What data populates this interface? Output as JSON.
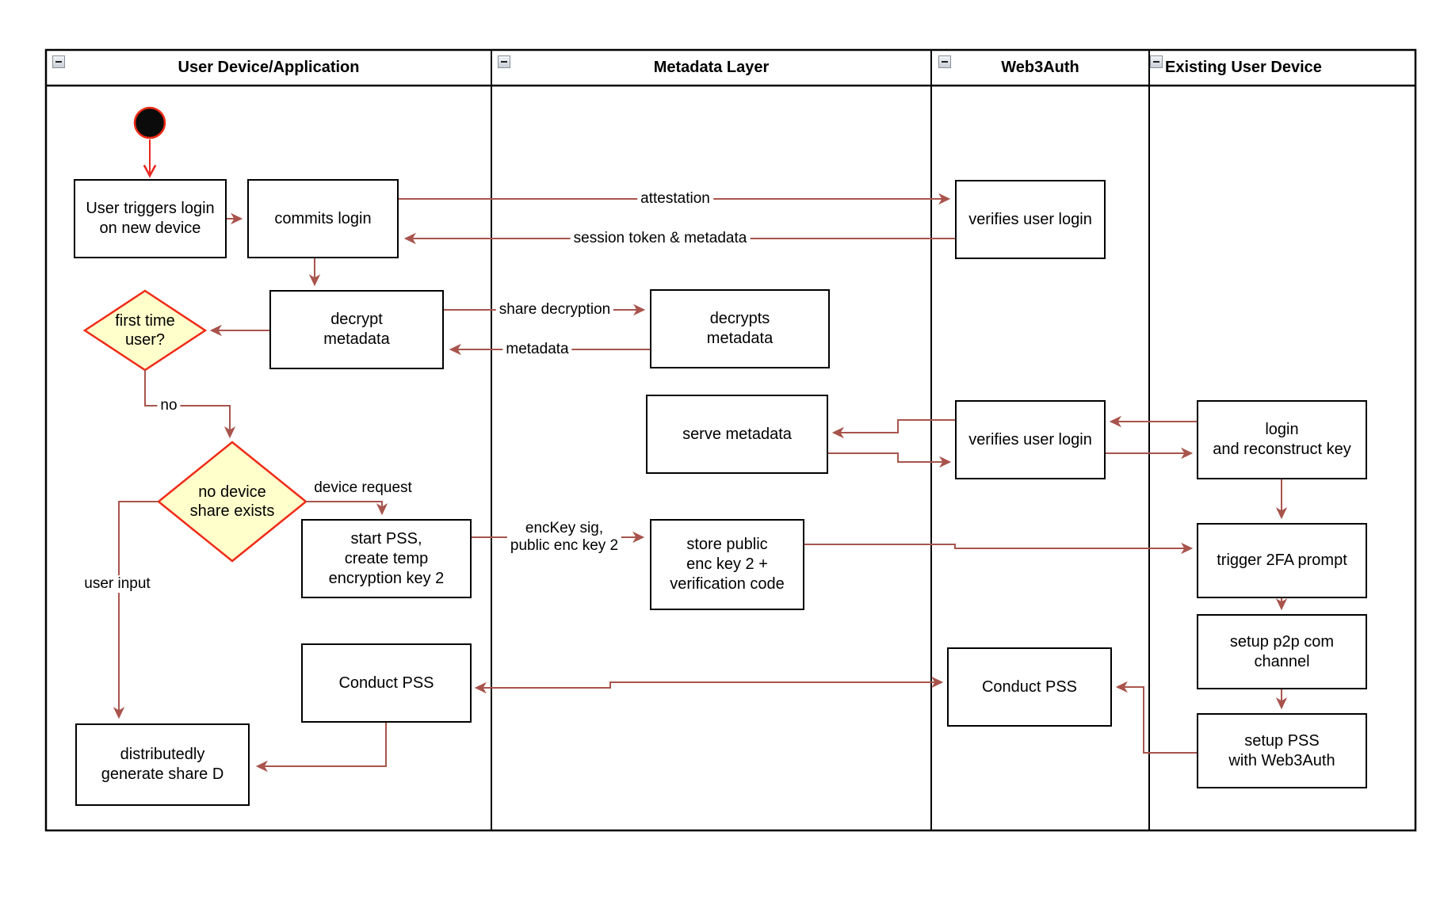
{
  "diagram": {
    "lanes": [
      {
        "id": "user-device",
        "title": "User Device/Application"
      },
      {
        "id": "metadata-layer",
        "title": "Metadata Layer"
      },
      {
        "id": "web3auth",
        "title": "Web3Auth"
      },
      {
        "id": "existing-user-device",
        "title": "Existing User Device"
      }
    ],
    "nodes": {
      "user_triggers": {
        "label": "User triggers login\non new device"
      },
      "commits_login": {
        "label": "commits login"
      },
      "verifies_login_1": {
        "label": "verifies user login"
      },
      "decrypt_metadata": {
        "label": "decrypt\nmetadata"
      },
      "first_time_user": {
        "label": "first time\nuser?"
      },
      "decrypts_metadata": {
        "label": "decrypts\nmetadata"
      },
      "serve_metadata": {
        "label": "serve metadata"
      },
      "verifies_login_2": {
        "label": "verifies user login"
      },
      "login_reconstruct": {
        "label": "login\nand reconstruct key"
      },
      "no_device_share": {
        "label": "no device\nshare exists"
      },
      "start_pss": {
        "label": "start PSS,\ncreate temp\nencryption key 2"
      },
      "store_public": {
        "label": "store public\nenc key 2 +\nverification code"
      },
      "trigger_2fa": {
        "label": "trigger 2FA prompt"
      },
      "setup_p2p": {
        "label": "setup p2p com\nchannel"
      },
      "conduct_pss_user": {
        "label": "Conduct PSS"
      },
      "conduct_pss_web3auth": {
        "label": "Conduct PSS"
      },
      "setup_pss": {
        "label": "setup PSS\nwith Web3Auth"
      },
      "distributedly_generate": {
        "label": "distributedly\ngenerate share D"
      }
    },
    "edge_labels": {
      "attestation": "attestation",
      "session_token": "session token & metadata",
      "share_decryption": "share decryption",
      "metadata": "metadata",
      "no": "no",
      "device_request": "device request",
      "user_input": "user input",
      "enckey_sig": "encKey sig,\npublic enc key 2"
    },
    "colors": {
      "connector": "#A8544C",
      "start_arrow": "#E8281E",
      "decision_border": "#EF2B17",
      "decision_fill": "#FFFFCC",
      "node_border": "#000000",
      "node_fill": "#FFFFFF",
      "start_fill": "#0B0B0B"
    }
  }
}
